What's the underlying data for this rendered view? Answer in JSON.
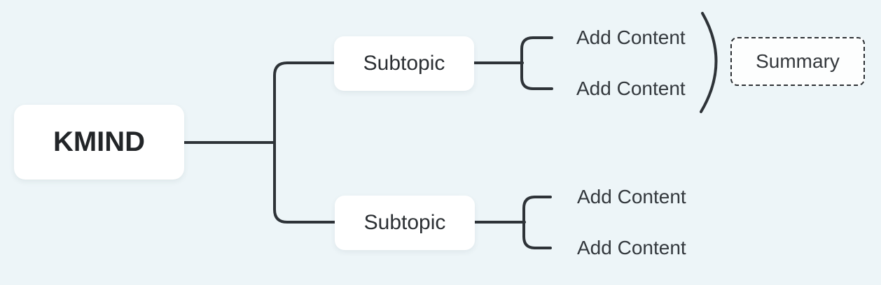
{
  "canvas": {
    "background_color": "#edf5f8",
    "connector_color": "#2e3338",
    "node_background_color": "#ffffff",
    "text_color": "#2b2f33"
  },
  "mindmap": {
    "root": {
      "label": "KMIND"
    },
    "subtopics": [
      {
        "label": "Subtopic",
        "children": [
          {
            "label": "Add Content"
          },
          {
            "label": "Add Content"
          }
        ]
      },
      {
        "label": "Subtopic",
        "children": [
          {
            "label": "Add Content"
          },
          {
            "label": "Add Content"
          }
        ]
      }
    ],
    "summary": {
      "label": "Summary"
    }
  }
}
